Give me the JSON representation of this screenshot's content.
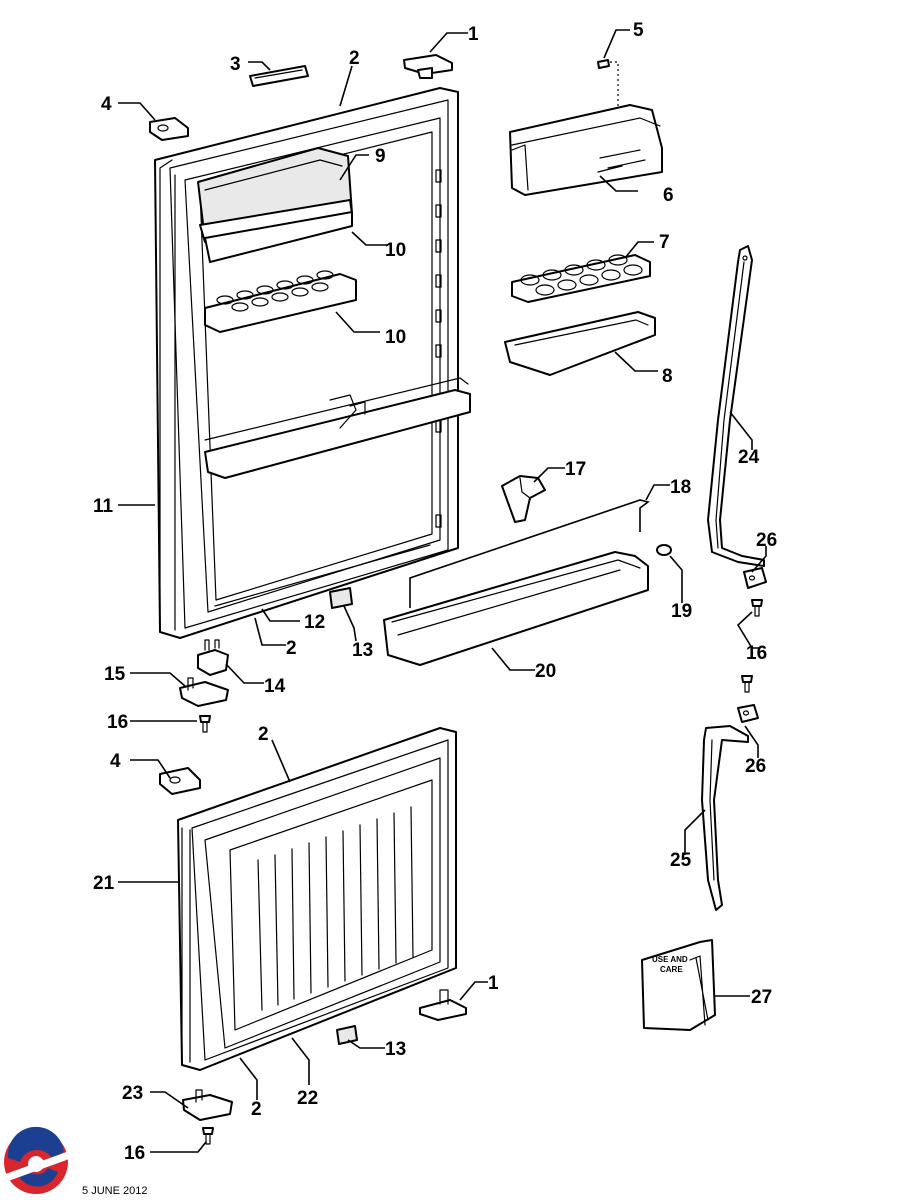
{
  "footer": {
    "date": "JUNE 2012",
    "page_fragment": "5"
  },
  "manual": {
    "line1": "USE AND",
    "line2": "CARE"
  },
  "colors": {
    "logo_red": "#d8262c",
    "logo_blue": "#1d3f91"
  },
  "callouts": {
    "c1_top": "1",
    "c2_top": "2",
    "c3": "3",
    "c4_top": "4",
    "c5": "5",
    "c6": "6",
    "c7": "7",
    "c8": "8",
    "c9": "9",
    "c10_a": "10",
    "c10_b": "10",
    "c11": "11",
    "c12": "12",
    "c2_mid": "2",
    "c13_mid": "13",
    "c14": "14",
    "c15": "15",
    "c16_a": "16",
    "c17": "17",
    "c18": "18",
    "c19": "19",
    "c20": "20",
    "c24": "24",
    "c26_a": "26",
    "c16_b": "16",
    "c26_b": "26",
    "c25": "25",
    "c2_freezer": "2",
    "c4_freezer": "4",
    "c21": "21",
    "c1_bottom": "1",
    "c13_bottom": "13",
    "c27": "27",
    "c23": "23",
    "c2_bottom": "2",
    "c22": "22",
    "c16_c": "16"
  }
}
